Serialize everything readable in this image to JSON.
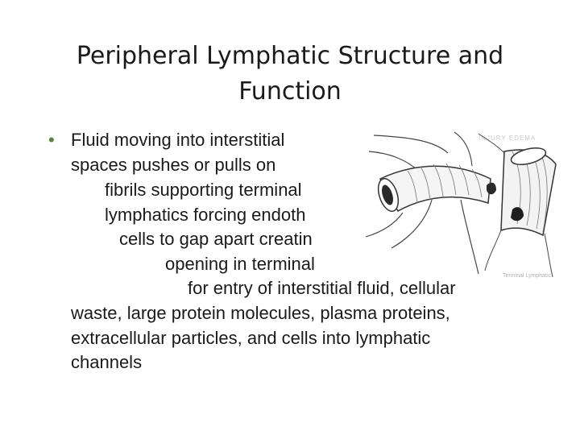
{
  "slide": {
    "title_line1": "Peripheral Lymphatic Structure and",
    "title_line2": "Function",
    "bullet": {
      "lines": [
        "Fluid moving into interstitial",
        "spaces pushes or pulls on",
        "fibrils supporting terminal",
        "lymphatics forcing endoth",
        "cells to gap apart creatin",
        "opening in terminal",
        "for entry of interstitial fluid, cellular",
        "waste, large protein molecules, plasma proteins,",
        "extracellular particles, and cells into lymphatic",
        "channels"
      ]
    },
    "figure": {
      "header_text": "INJURY EDEMA",
      "caption": "Terminal Lymphatic"
    }
  }
}
